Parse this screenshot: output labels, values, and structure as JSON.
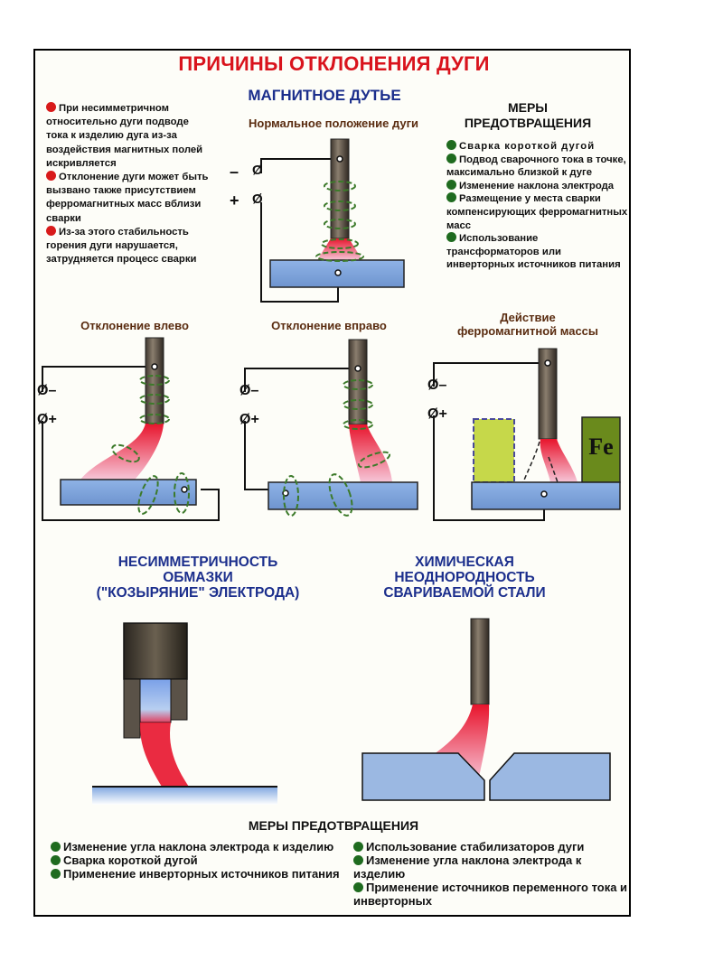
{
  "title": "ПРИЧИНЫ ОТКЛОНЕНИЯ ДУГИ",
  "magnetic_blow": {
    "heading": "МАГНИТНОЕ ДУТЬЕ",
    "causes": [
      "При несимметричном относительно дуги подводе тока к изделию дуга из-за воздействия магнитных полей искривляется",
      "Отклонение дуги может быть вызвано также присутствием ферромагнитных масс вблизи сварки",
      "Из-за этого стабильность горения дуги нарушается, затрудняется процесс сварки"
    ],
    "diagram_normal": {
      "label": "Нормальное положение дуги",
      "minus": "–",
      "plus": "+",
      "terminal": "Ø"
    },
    "prevention": {
      "heading_line1": "МЕРЫ",
      "heading_line2": "ПРЕДОТВРАЩЕНИЯ",
      "items": [
        "Сварка короткой дугой",
        "Подвод сварочного тока в точке, максимально близкой к дуге",
        "Изменение наклона электрода",
        "Размещение у места сварки компенсирующих ферромагнитных масс",
        "Использование трансформаторов или инверторных источников питания"
      ]
    },
    "diagram_left": {
      "label": "Отклонение влево",
      "minus": "Ø–",
      "plus": "Ø+"
    },
    "diagram_right": {
      "label": "Отклонение вправо",
      "minus": "Ø–",
      "plus": "Ø+"
    },
    "diagram_ferro": {
      "label_line1": "Действие",
      "label_line2": "ферромагнитной массы",
      "minus": "Ø–",
      "plus": "Ø+",
      "fe_label": "Fe"
    }
  },
  "coating_asymmetry": {
    "heading_line1": "НЕСИММЕТРИЧНОСТЬ",
    "heading_line2": "ОБМАЗКИ",
    "heading_line3": "(\"КОЗЫРЯНИЕ\" ЭЛЕКТРОДА)"
  },
  "chemical_heterogeneity": {
    "heading_line1": "ХИМИЧЕСКАЯ",
    "heading_line2": "НЕОДНОРОДНОСТЬ",
    "heading_line3": "СВАРИВАЕМОЙ СТАЛИ"
  },
  "bottom_prevention": {
    "heading": "МЕРЫ ПРЕДОТВРАЩЕНИЯ",
    "left_items": [
      "Изменение угла наклона электрода к изделию",
      "Сварка короткой дугой",
      "Применение инверторных источников питания"
    ],
    "right_items": [
      "Использование стабилизаторов дуги",
      "Изменение угла наклона электрода к изделию",
      "Применение источников переменного тока и инверторных"
    ]
  },
  "colors": {
    "title_red": "#d9131c",
    "heading_blue": "#1b2e8c",
    "label_brown": "#5a2c10",
    "cause_bullet": "#d81a1a",
    "prevention_bullet": "#1f6b1f",
    "workpiece_blue": "#8fb3e0",
    "electrode": "#5e5448",
    "arc_red": "#e8142c",
    "field_green": "#3c7a2a",
    "ferro_mass": "#6a8a1c",
    "dummy_mass": "#c6d84a"
  }
}
